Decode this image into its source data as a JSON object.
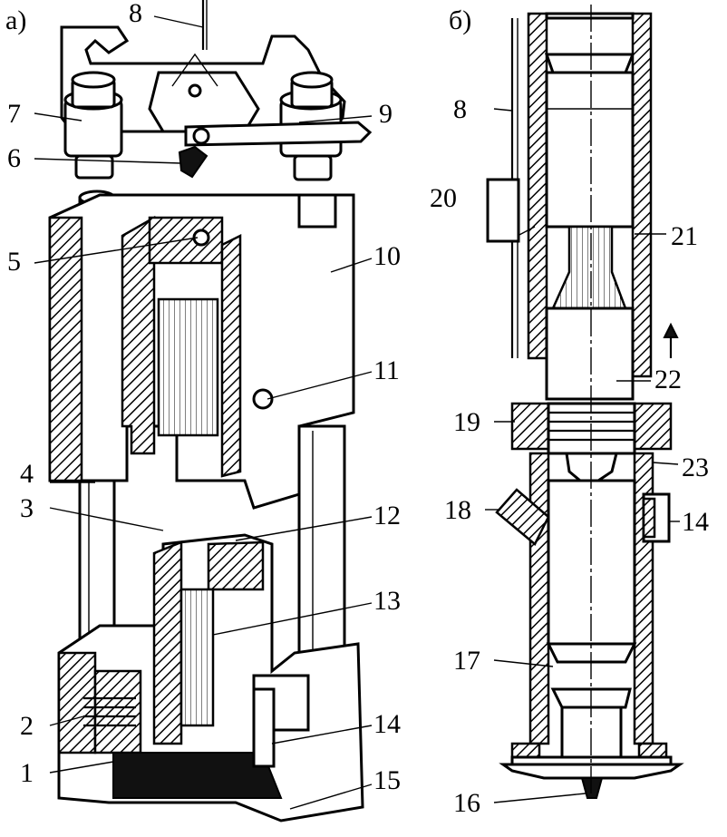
{
  "panels": {
    "a": "а)",
    "b": "б)"
  },
  "labels_a": [
    "8",
    "7",
    "9",
    "6",
    "5",
    "10",
    "11",
    "4",
    "3",
    "12",
    "13",
    "2",
    "14",
    "1",
    "15"
  ],
  "labels_b": [
    "8",
    "20",
    "21",
    "22",
    "19",
    "23",
    "18",
    "14",
    "17",
    "16"
  ],
  "arrow_icon": "up-arrow-icon"
}
